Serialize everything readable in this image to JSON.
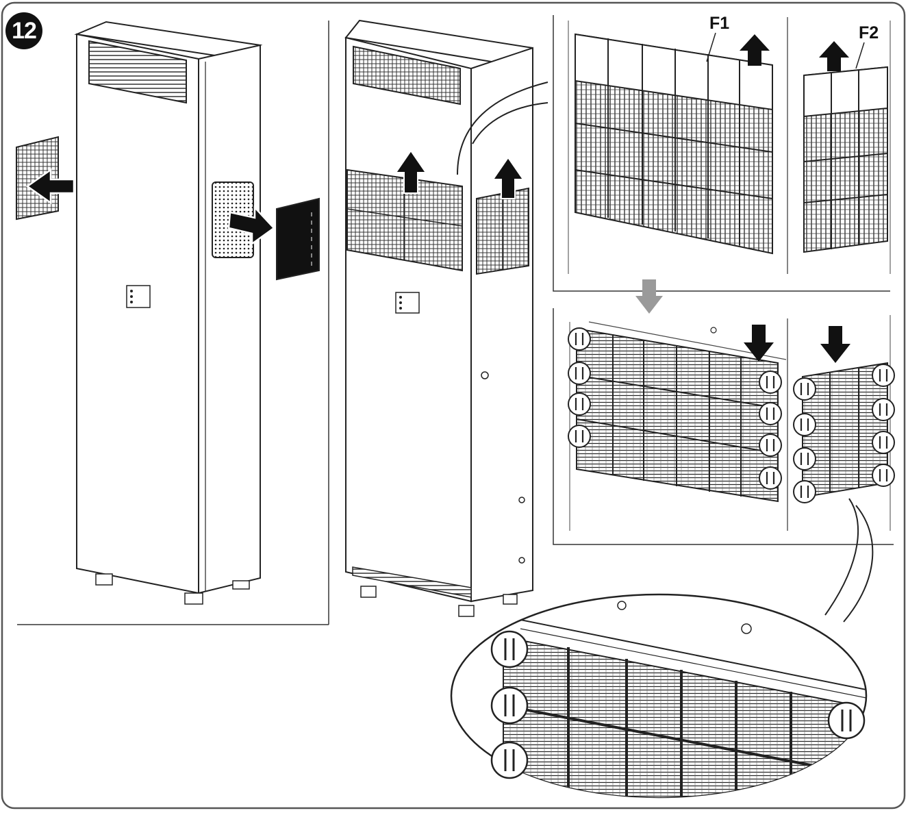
{
  "step": {
    "number": "12"
  },
  "callouts": {
    "f1": "F1",
    "f2": "F2"
  },
  "colors": {
    "ink": "#111111",
    "frame": "#555555",
    "gray_arrow": "#9a9a9a",
    "paper": "#ffffff"
  }
}
